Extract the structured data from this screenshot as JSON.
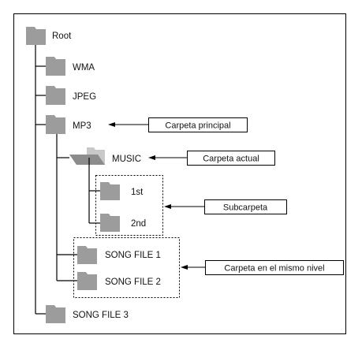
{
  "tree": {
    "root_label": "Root",
    "wma_label": "WMA",
    "jpeg_label": "JPEG",
    "mp3_label": "MP3",
    "music_label": "MUSIC",
    "first_label": "1st",
    "second_label": "2nd",
    "song_file_1_label": "SONG FILE 1",
    "song_file_2_label": "SONG FILE 2",
    "song_file_3_label": "SONG FILE 3"
  },
  "callouts": {
    "main_folder": "Carpeta principal",
    "current_folder": "Carpeta actual",
    "subfolder": "Subcarpeta",
    "same_level_folder": "Carpeta en el mismo nivel"
  },
  "colors": {
    "folder": "#9c9c9c",
    "folder_open_back": "#c8c8c8",
    "line": "#000000",
    "frame": "#000000"
  }
}
